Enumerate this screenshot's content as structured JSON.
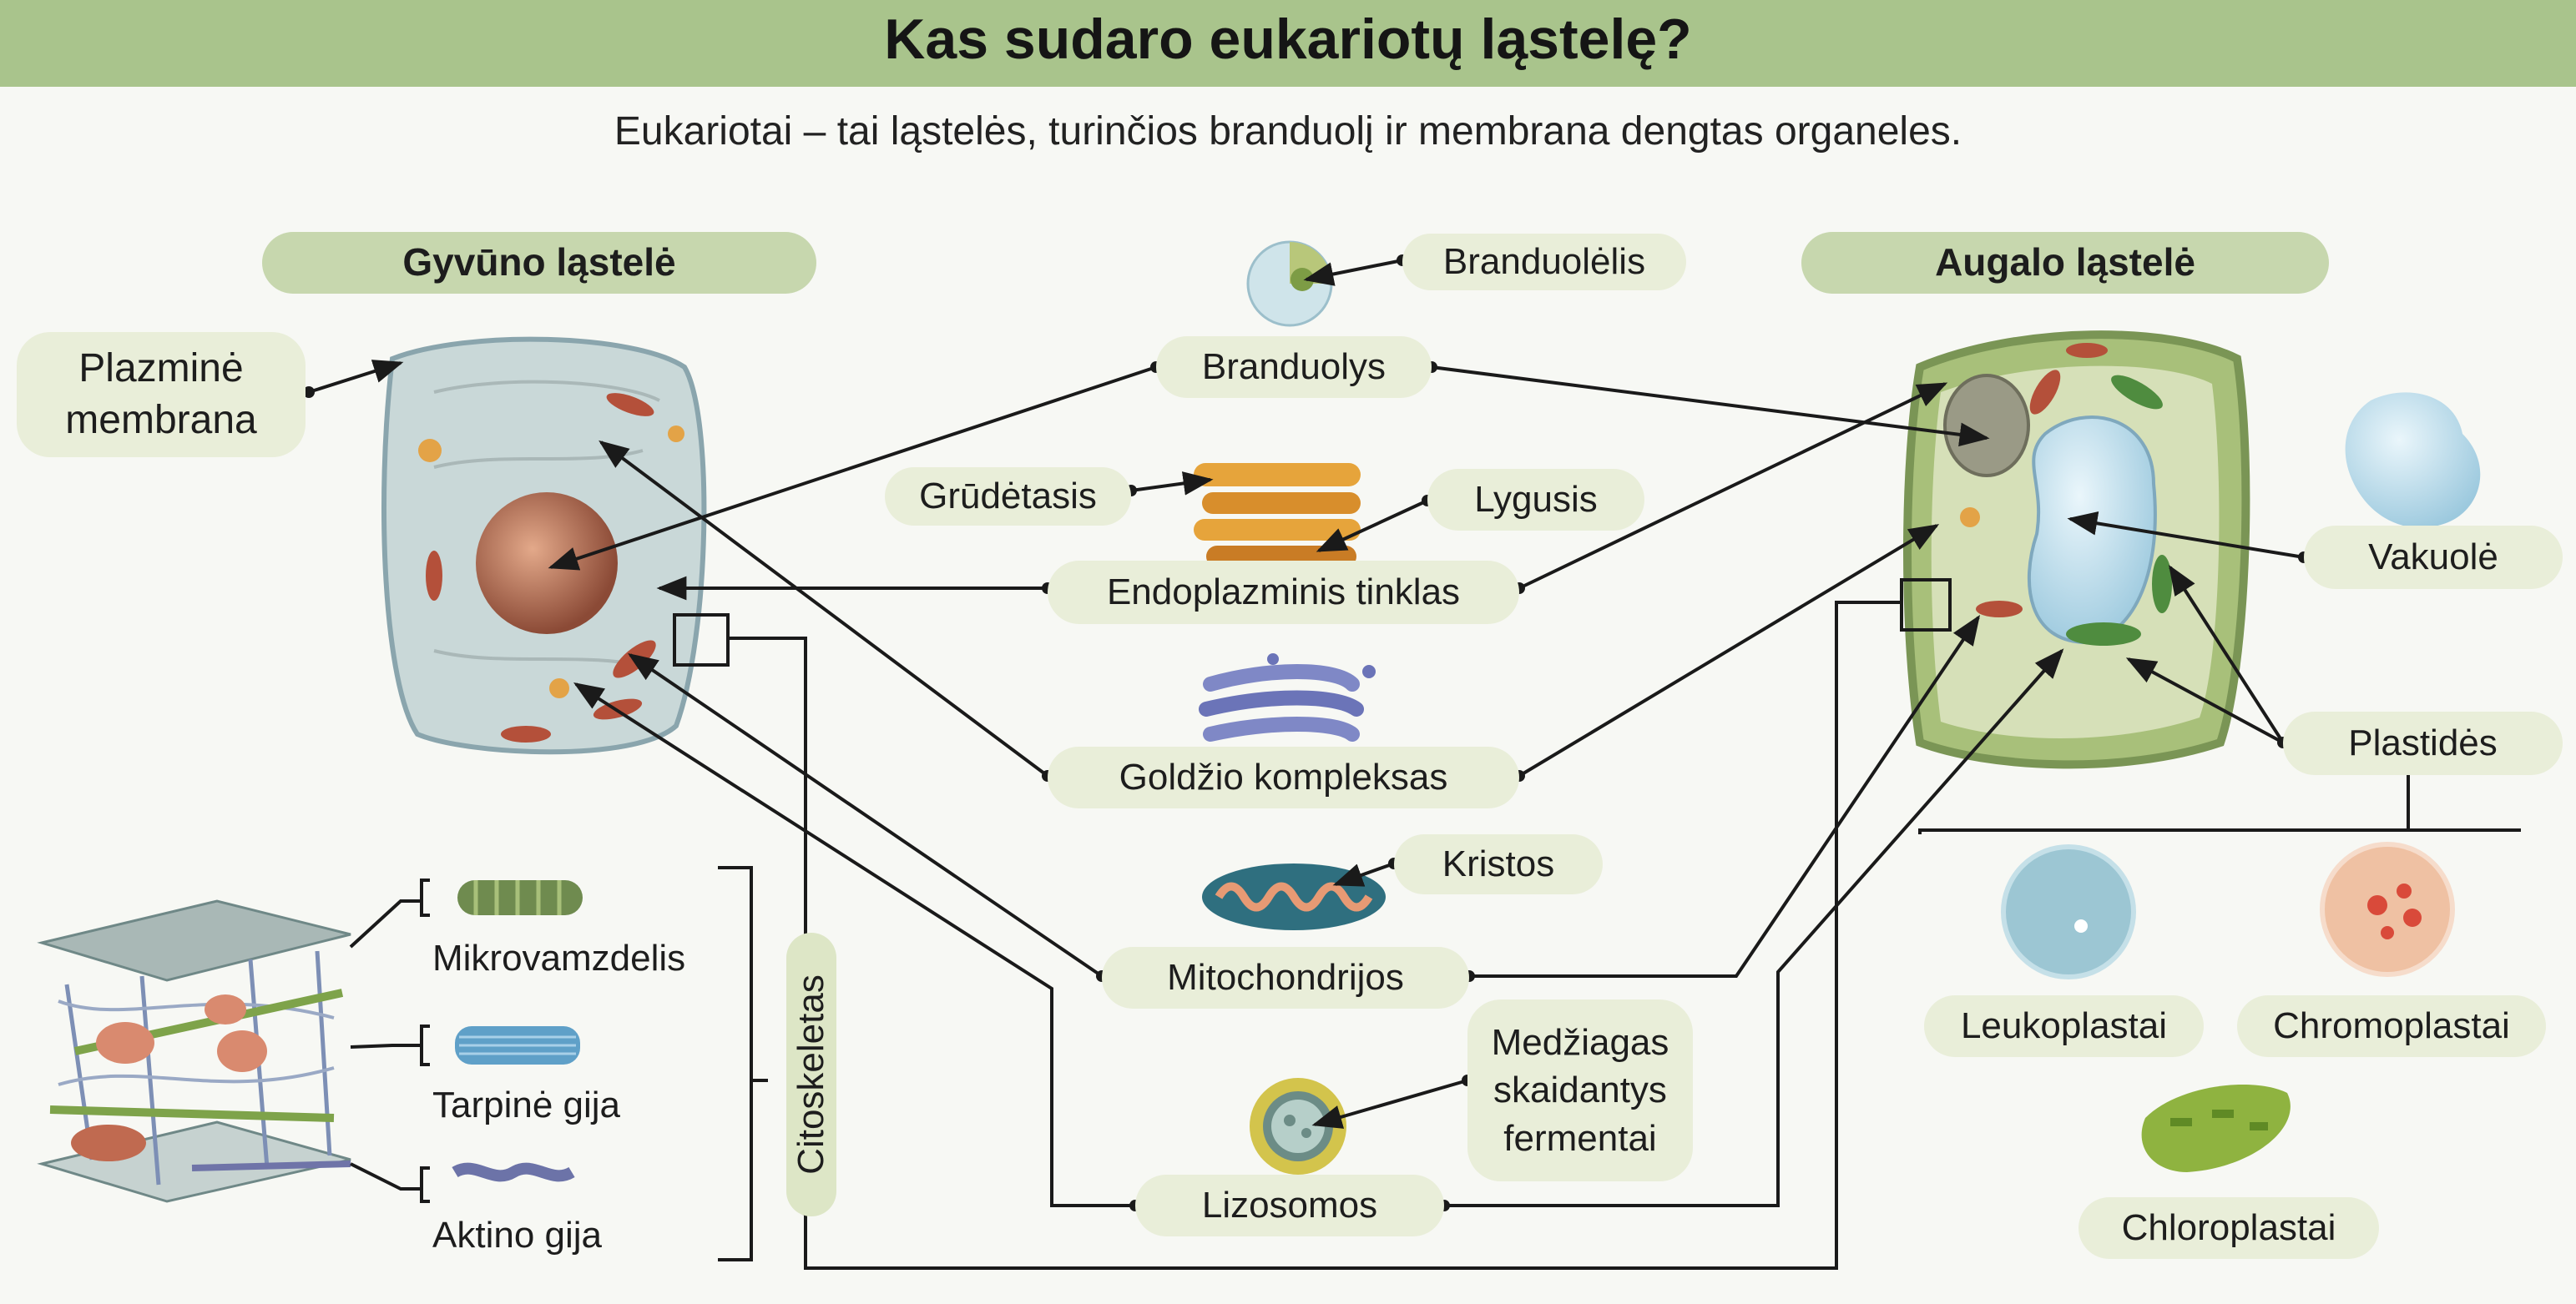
{
  "title": "Kas sudaro eukariotų ląstelę?",
  "subtitle": "Eukariotai – tai ląstelės, turinčios branduolį ir membrana dengtas organeles.",
  "headers": {
    "animal_cell": "Gyvūno ląstelė",
    "plant_cell": "Augalo ląstelė"
  },
  "labels": {
    "plasma_membrane_line1": "Plazminė",
    "plasma_membrane_line2": "membrana",
    "nucleolus": "Branduolėlis",
    "nucleus": "Branduolys",
    "rough": "Grūdėtasis",
    "smooth": "Lygusis",
    "er": "Endoplazminis tinklas",
    "golgi": "Goldžio kompleksas",
    "cristae": "Kristos",
    "mitochondria": "Mitochondrijos",
    "enzymes_line1": "Medžiagas",
    "enzymes_line2": "skaidantys",
    "enzymes_line3": "fermentai",
    "lysosomes": "Lizosomos",
    "vacuole": "Vakuolė",
    "plastids": "Plastidės",
    "leukoplasts": "Leukoplastai",
    "chromoplasts": "Chromoplastai",
    "chloroplasts": "Chloroplastai",
    "microtubule": "Mikrovamzdelis",
    "intermediate_filament": "Tarpinė gija",
    "actin_filament": "Aktino gija",
    "cytoskeleton": "Citoskeletas"
  }
}
